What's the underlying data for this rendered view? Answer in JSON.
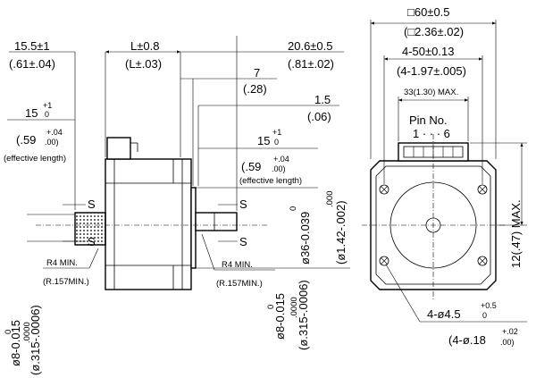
{
  "side_view": {
    "dim_left_tol": "15.5±1",
    "dim_left_in": "(.61±.04)",
    "dim_L_tol": "L±0.8",
    "dim_L_in": "(L±.03)",
    "dim_right_tol": "20.6±0.5",
    "dim_right_in": "(.81±.02)",
    "dim_7": "7",
    "dim_7_in": "(.28)",
    "dim_1_5": "1.5",
    "dim_1_5_in": "(.06)",
    "rear_shaft_len": "15",
    "rear_shaft_len_tol_up": "+1",
    "rear_shaft_len_tol_low": "0",
    "rear_shaft_len_in": "(.59",
    "rear_shaft_len_in_tol_up": "+.04",
    "rear_shaft_len_in_tol_low": ".00)",
    "rear_effective_length": "(effective length)",
    "front_shaft_len": "15",
    "front_shaft_len_tol_up": "+1",
    "front_shaft_len_tol_low": "0",
    "front_shaft_len_in": "(.59",
    "front_shaft_len_in_tol_up": "+.04",
    "front_shaft_len_in_tol_low": ".00)",
    "front_effective_length": "(effective length)",
    "s_label_1": "S",
    "s_label_2": "S",
    "s_label_3": "S",
    "s_label_4": "S",
    "r4_left": "R4 MIN.",
    "r4_left_in": "(R.157MIN.)",
    "r4_right": "R4 MIN.",
    "r4_right_in": "(R.157MIN.)",
    "pilot_dia_upper": "0",
    "pilot_dia": "ø36-0.039",
    "pilot_dia_in_upper": ".000",
    "pilot_dia_in": "(ø1.42-.002)",
    "rear_shaft_dia_upper": "0",
    "rear_shaft_dia": "ø8-0.015",
    "rear_shaft_dia_in_upper": ".0000",
    "rear_shaft_dia_in": "(ø.315-.0006)",
    "front_shaft_dia_upper": "0",
    "front_shaft_dia": "ø8-0.015",
    "front_shaft_dia_in_upper": ".0000",
    "front_shaft_dia_in": "(ø.315-.0006)"
  },
  "front_view": {
    "square_size": "□60±0.5",
    "square_size_in": "(□2.36±.02)",
    "hole_pitch": "4-50±0.13",
    "hole_pitch_in": "(4-1.97±.005)",
    "connector_width": "33(1.30) MAX.",
    "pin_label": "Pin No.",
    "pin_range": "1 · · · 6",
    "connector_height": "12(.47) MAX.",
    "hole_dia": "4-ø4.5",
    "hole_dia_tol_up": "+0.5",
    "hole_dia_tol_low": "0",
    "hole_dia_in": "(4-ø.18",
    "hole_dia_in_tol_up": "+.02",
    "hole_dia_in_tol_low": ".00)"
  }
}
